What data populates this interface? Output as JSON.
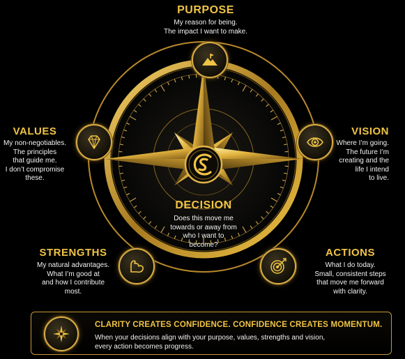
{
  "purpose": {
    "title": "PURPOSE",
    "desc": "My reason for being.\nThe impact I want to make."
  },
  "values": {
    "title": "VALUES",
    "desc": "My non-negotiables.\nThe principles\nthat guide me.\nI don’t compromise\nthese."
  },
  "vision": {
    "title": "VISION",
    "desc": "Where I’m going.\nThe future I’m\ncreating and the\nlife I intend\nto live."
  },
  "decision": {
    "title": "DECISION",
    "desc": "Does this move me\ntowards or away from\nwho I want to\nbecome?"
  },
  "strengths": {
    "title": "STRENGTHS",
    "desc": "My natural advantages.\nWhat I’m good at\nand how I contribute\nmost."
  },
  "actions": {
    "title": "ACTIONS",
    "desc": "What I do today.\nSmall, consistent steps\nthat move me forward\nwith clarity."
  },
  "banner": {
    "headline": "CLARITY CREATES CONFIDENCE. CONFIDENCE CREATES MOMENTUM.",
    "body": "When your decisions align with your purpose, values, strengths and vision,\nevery action becomes progress."
  },
  "icons": {
    "purpose": "mountain-flag-icon",
    "values": "diamond-icon",
    "vision": "eye-icon",
    "strengths": "flexed-arm-icon",
    "actions": "target-arrow-icon",
    "center": "cs-monogram-icon",
    "banner": "compass-star-icon"
  },
  "colors": {
    "gold": "#f0c445",
    "gold_dark": "#9a7422",
    "background": "#000000"
  }
}
